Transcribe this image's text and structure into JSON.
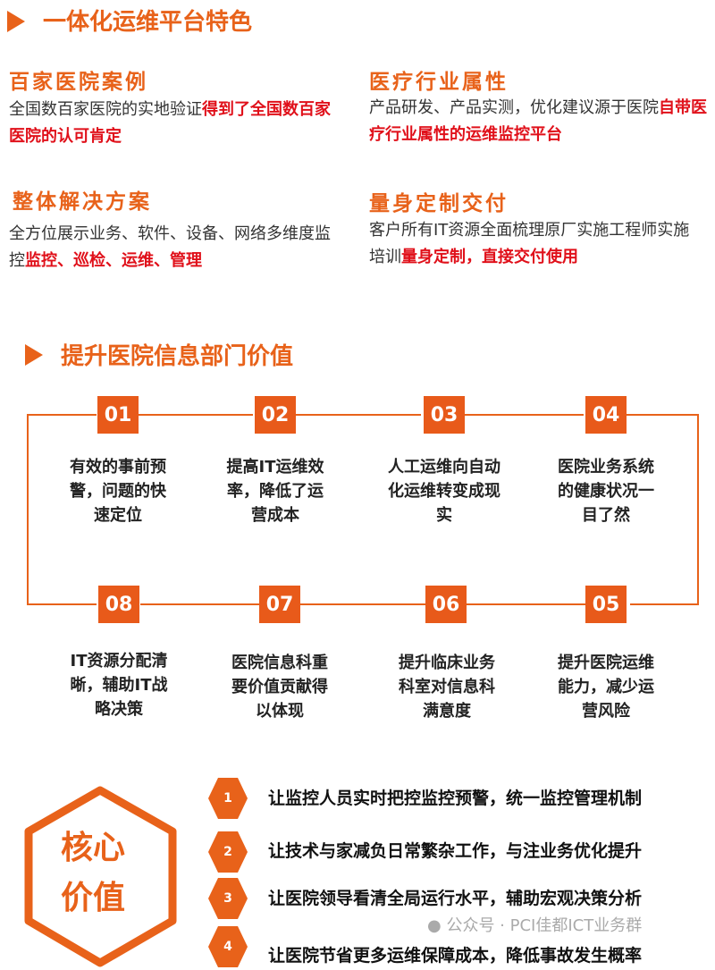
{
  "section1": {
    "title": "一体化运维平台特色",
    "features": [
      {
        "heading": "百家医院案例",
        "text": "全国数百家医院的实地验证",
        "highlight": "得到了全国数百家医院的认可肯定"
      },
      {
        "heading": "医疗行业属性",
        "text": "产品研发、产品实测，优化建议源于医院",
        "highlight": "自带医疗行业属性的运维监控平台"
      },
      {
        "heading": "整体解决方案",
        "text": "全方位展示业务、软件、设备、网络多维度监控",
        "highlight": "监控、巡检、运维、管理"
      },
      {
        "heading": "量身定制交付",
        "text": "客户所有IT资源全面梳理原厂实施工程师实施培训",
        "highlight": "量身定制，直接交付使用"
      }
    ]
  },
  "section2": {
    "title": "提升医院信息部门价值",
    "steps": [
      {
        "num": "01",
        "text": "有效的事前预警，问题的快速定位"
      },
      {
        "num": "02",
        "text": "提高IT运维效率，降低了运营成本"
      },
      {
        "num": "03",
        "text": "人工运维向自动化运维转变成现实"
      },
      {
        "num": "04",
        "text": "医院业务系统的健康状况一目了然"
      },
      {
        "num": "05",
        "text": "提升医院运维能力，减少运营风险"
      },
      {
        "num": "06",
        "text": "提升临床业务科室对信息科满意度"
      },
      {
        "num": "07",
        "text": "医院信息科重要价值贡献得以体现"
      },
      {
        "num": "08",
        "text": "IT资源分配清晰，辅助IT战略决策"
      }
    ]
  },
  "section3": {
    "label_line1": "核心",
    "label_line2": "价值",
    "items": [
      {
        "num": "1",
        "text": "让监控人员实时把控监控预警，统一监控管理机制"
      },
      {
        "num": "2",
        "text": "让技术与家减负日常繁杂工作，与注业务优化提升"
      },
      {
        "num": "3",
        "text": "让医院领导看清全局运行水平，辅助宏观决策分析"
      },
      {
        "num": "4",
        "text": "让医院节省更多运维保障成本，降低事故发生概率"
      }
    ]
  },
  "watermark": "公众号 · PCI佳都ICT业务群",
  "colors": {
    "accent": "#e8621a",
    "highlight": "#e0101a"
  }
}
